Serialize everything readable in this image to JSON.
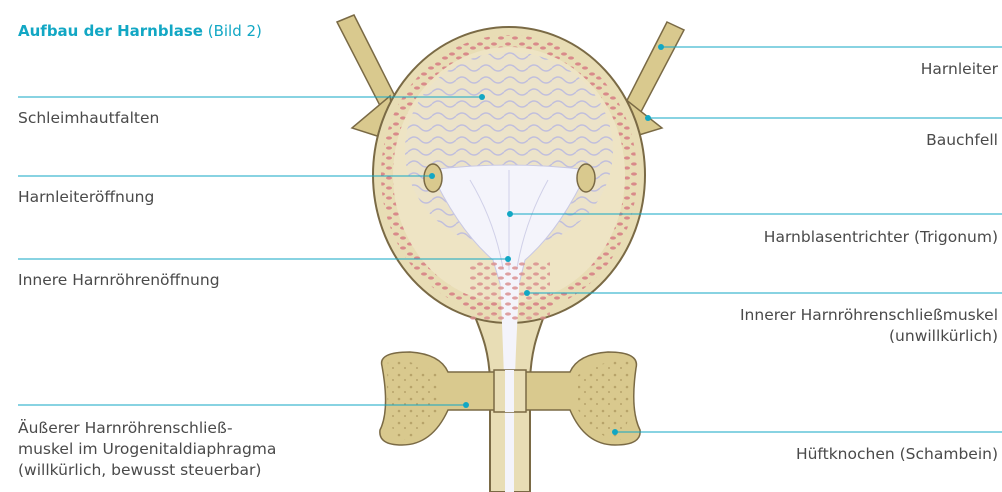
{
  "title": {
    "main": "Aufbau der Harnblase",
    "suffix": " (Bild 2)"
  },
  "labels": {
    "left": [
      {
        "id": "schleimhautfalten",
        "lines": [
          "Schleimhautfalten"
        ]
      },
      {
        "id": "harnleiteroeffnung",
        "lines": [
          "Harnleiteröffnung"
        ]
      },
      {
        "id": "innere-harnroehrenoeffnung",
        "lines": [
          "Innere Harnröhrenöffnung"
        ]
      },
      {
        "id": "aeusserer-schliessmuskel",
        "lines": [
          "Äußerer Harnröhrenschließ-",
          "muskel im Urogenitaldiaphragma",
          "(willkürlich, bewusst steuerbar)"
        ]
      }
    ],
    "right": [
      {
        "id": "harnleiter",
        "lines": [
          "Harnleiter"
        ]
      },
      {
        "id": "bauchfell",
        "lines": [
          "Bauchfell"
        ]
      },
      {
        "id": "trigonum",
        "lines": [
          "Harnblasentrichter (Trigonum)"
        ]
      },
      {
        "id": "innerer-schliessmuskel",
        "lines": [
          "Innerer Harnröhrenschließmuskel",
          "(unwillkürlich)"
        ]
      },
      {
        "id": "hueftknochen",
        "lines": [
          "Hüftknochen (Schambein)"
        ]
      }
    ]
  },
  "colors": {
    "accent": "#12a7c4",
    "tissue": "#e8ddb5",
    "tissue_outline": "#7a6a45",
    "muscle_dots": "#d98a8a",
    "folds": "#b8b8e0",
    "bone": "#d9c98e",
    "trigonum": "#f4f4fb"
  }
}
